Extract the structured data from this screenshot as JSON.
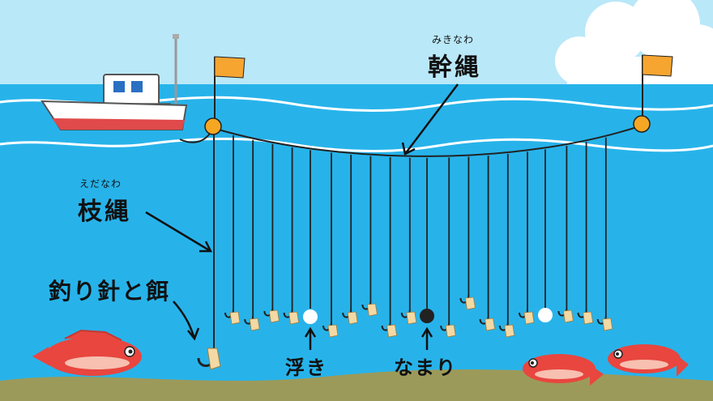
{
  "labels": {
    "mainline": {
      "text": "幹縄",
      "ruby": "みきなわ"
    },
    "branchline": {
      "text": "枝縄",
      "ruby": "えだなわ"
    },
    "hook_bait": "釣り針と餌",
    "float": "浮き",
    "sinker": "なまり"
  },
  "colors": {
    "sky": "#b9e8f8",
    "sea": "#27b3ea",
    "seabed": "#9c9a5a",
    "flag": "#f7a531",
    "buoy": "#f5a623",
    "fish": "#e8463f"
  }
}
